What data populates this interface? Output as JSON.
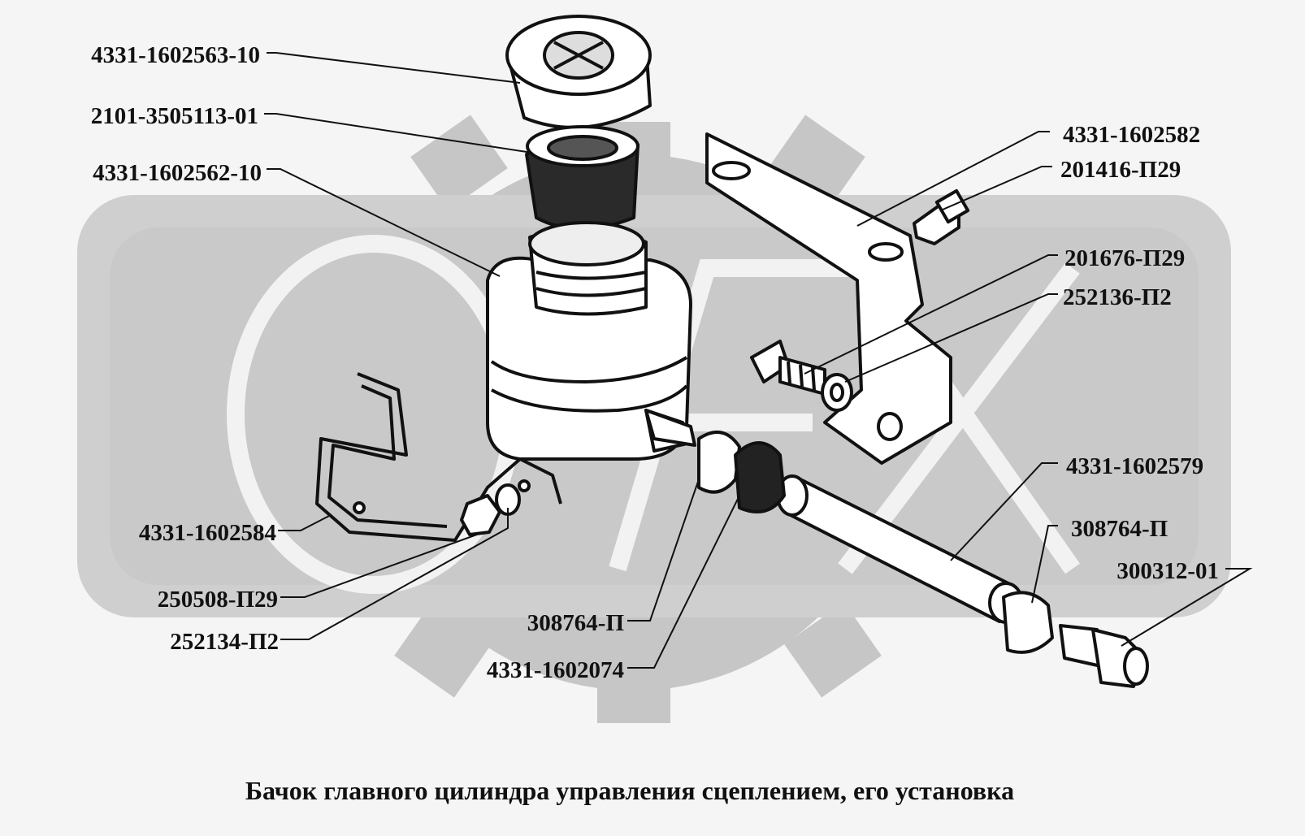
{
  "diagram": {
    "caption": "Бачок главного цилиндра управления сцеплением, его установка",
    "parts": [
      {
        "id": "filler-cap",
        "label": "4331-1602563-10"
      },
      {
        "id": "cap-gasket",
        "label": "2101-3505113-01"
      },
      {
        "id": "reservoir",
        "label": "4331-1602562-10"
      },
      {
        "id": "mounting-bracket",
        "label": "4331-1602582"
      },
      {
        "id": "bracket-bolt",
        "label": "201416-П29"
      },
      {
        "id": "mounting-bolt",
        "label": "201676-П29"
      },
      {
        "id": "bolt-washer",
        "label": "252136-П2"
      },
      {
        "id": "hose",
        "label": "4331-1602579"
      },
      {
        "id": "hose-clamp-right",
        "label": "308764-П"
      },
      {
        "id": "hose-fitting",
        "label": "300312-01"
      },
      {
        "id": "reservoir-strap",
        "label": "4331-1602584"
      },
      {
        "id": "strap-nut",
        "label": "250508-П29"
      },
      {
        "id": "strap-washer",
        "label": "252134-П2"
      },
      {
        "id": "hose-clamp-left",
        "label": "308764-П"
      },
      {
        "id": "reservoir-nozzle-ring",
        "label": "4331-1602074"
      }
    ]
  },
  "colors": {
    "background": "#f5f5f5",
    "watermark": "#c2c2c2",
    "watermark_band": "#cfcfcf",
    "ink": "#111111",
    "part_fill": "#ffffff"
  }
}
